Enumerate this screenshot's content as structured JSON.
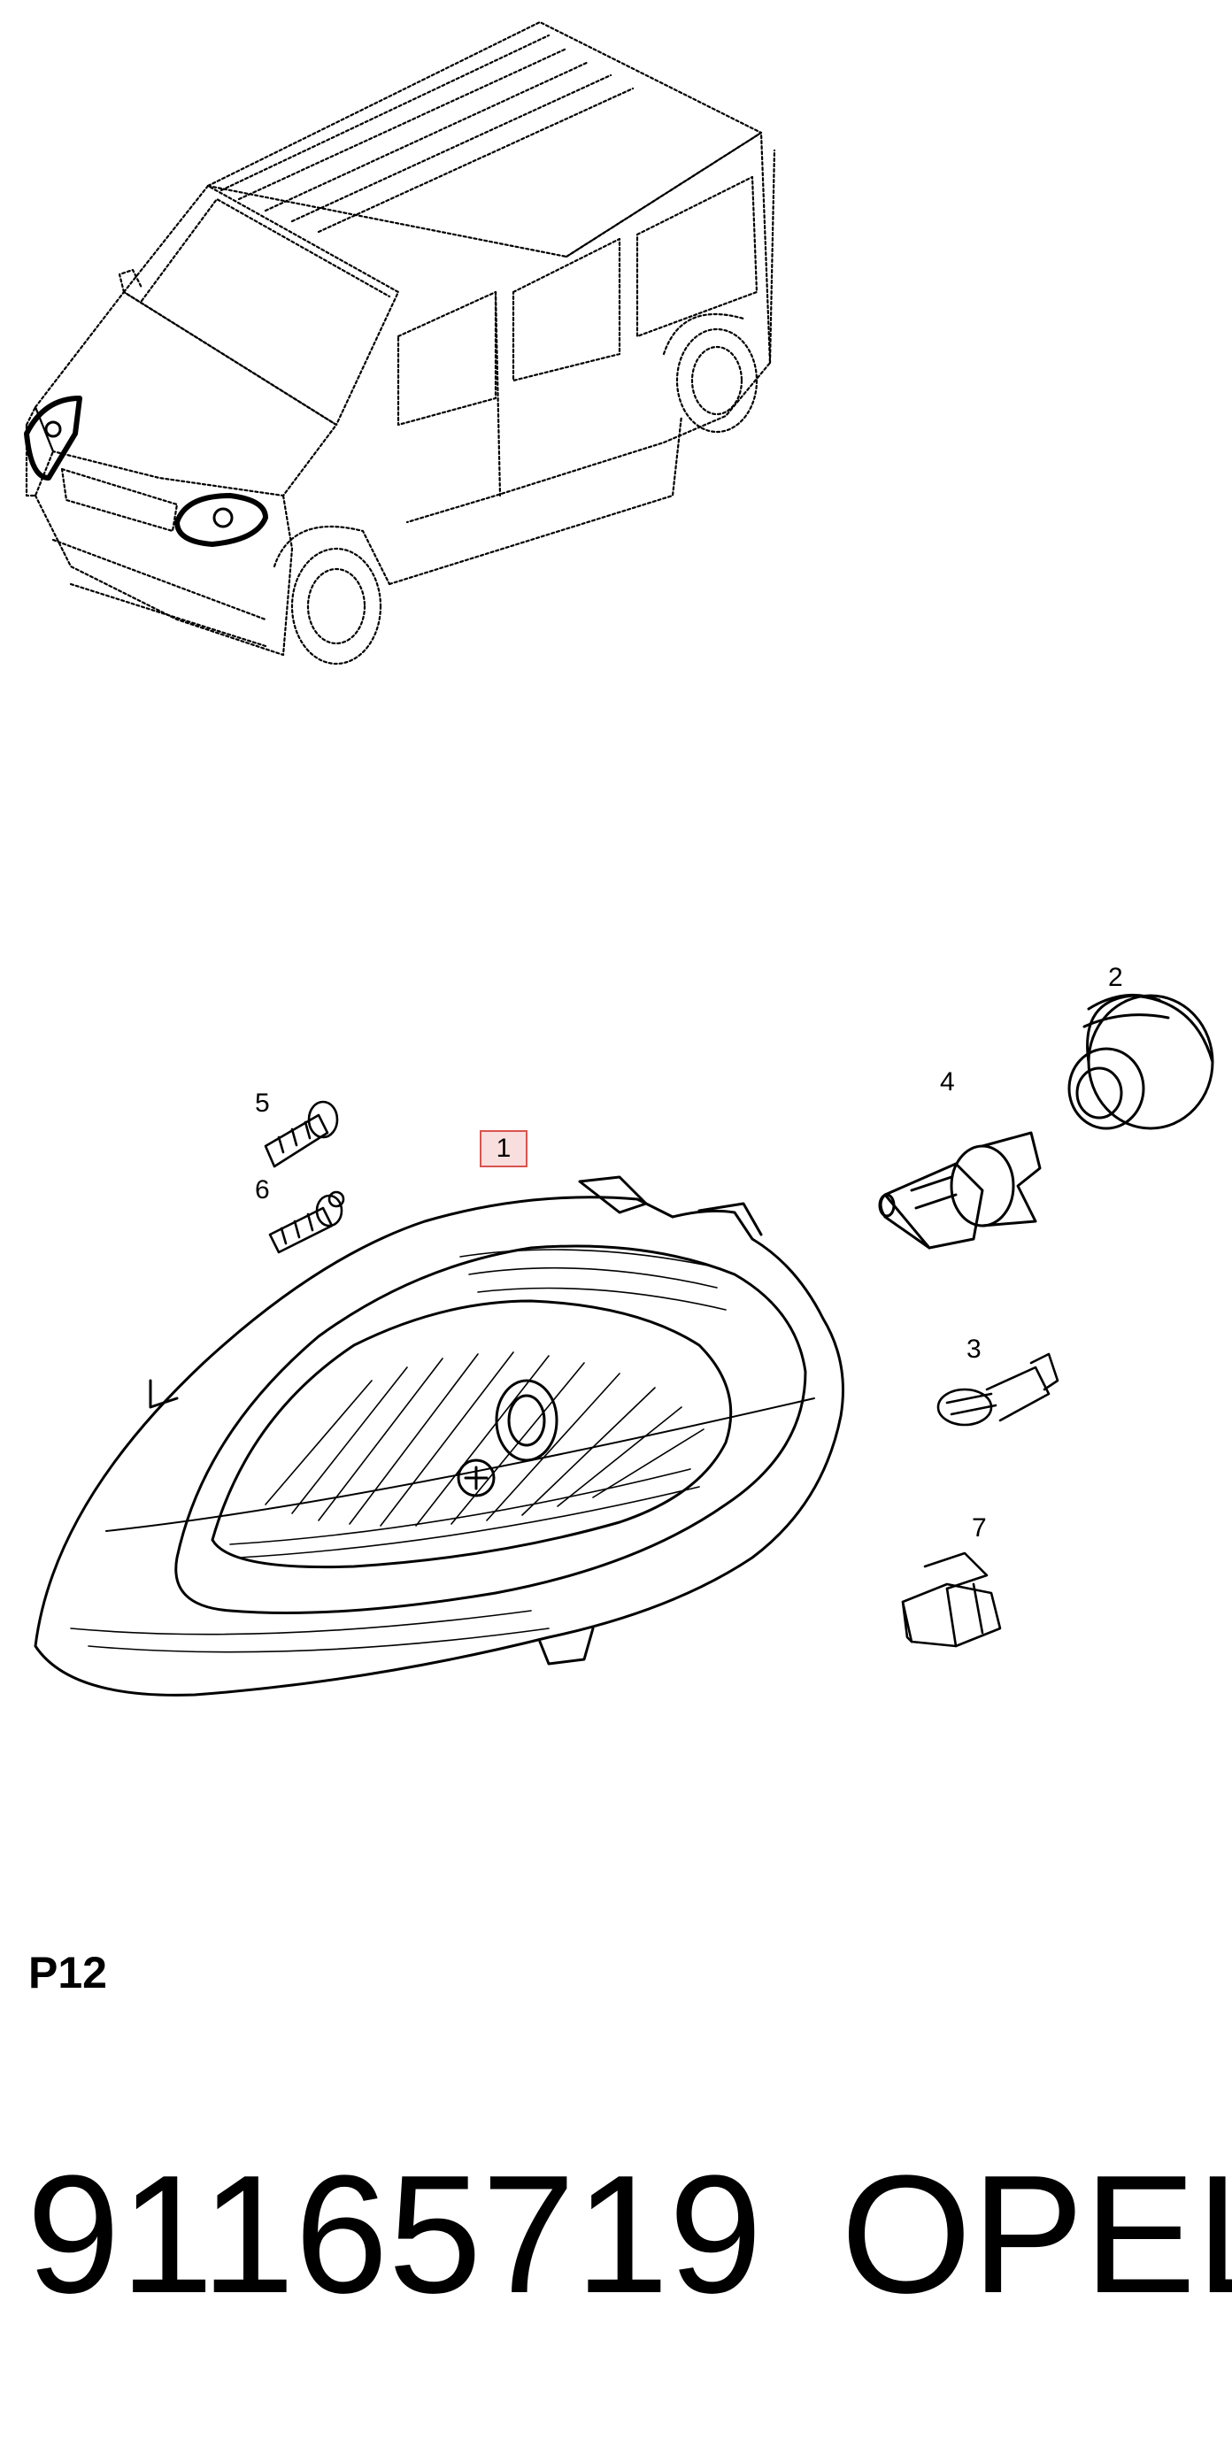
{
  "callouts": {
    "c1": "1",
    "c2": "2",
    "c3": "3",
    "c4": "4",
    "c5": "5",
    "c6": "6",
    "c7": "7"
  },
  "section_code": "P12",
  "part_number": "91165719",
  "brand": "OPEL",
  "colors": {
    "callout_highlight_border": "#d9534f",
    "callout_highlight_fill": "#f9dede",
    "line": "#000000"
  }
}
